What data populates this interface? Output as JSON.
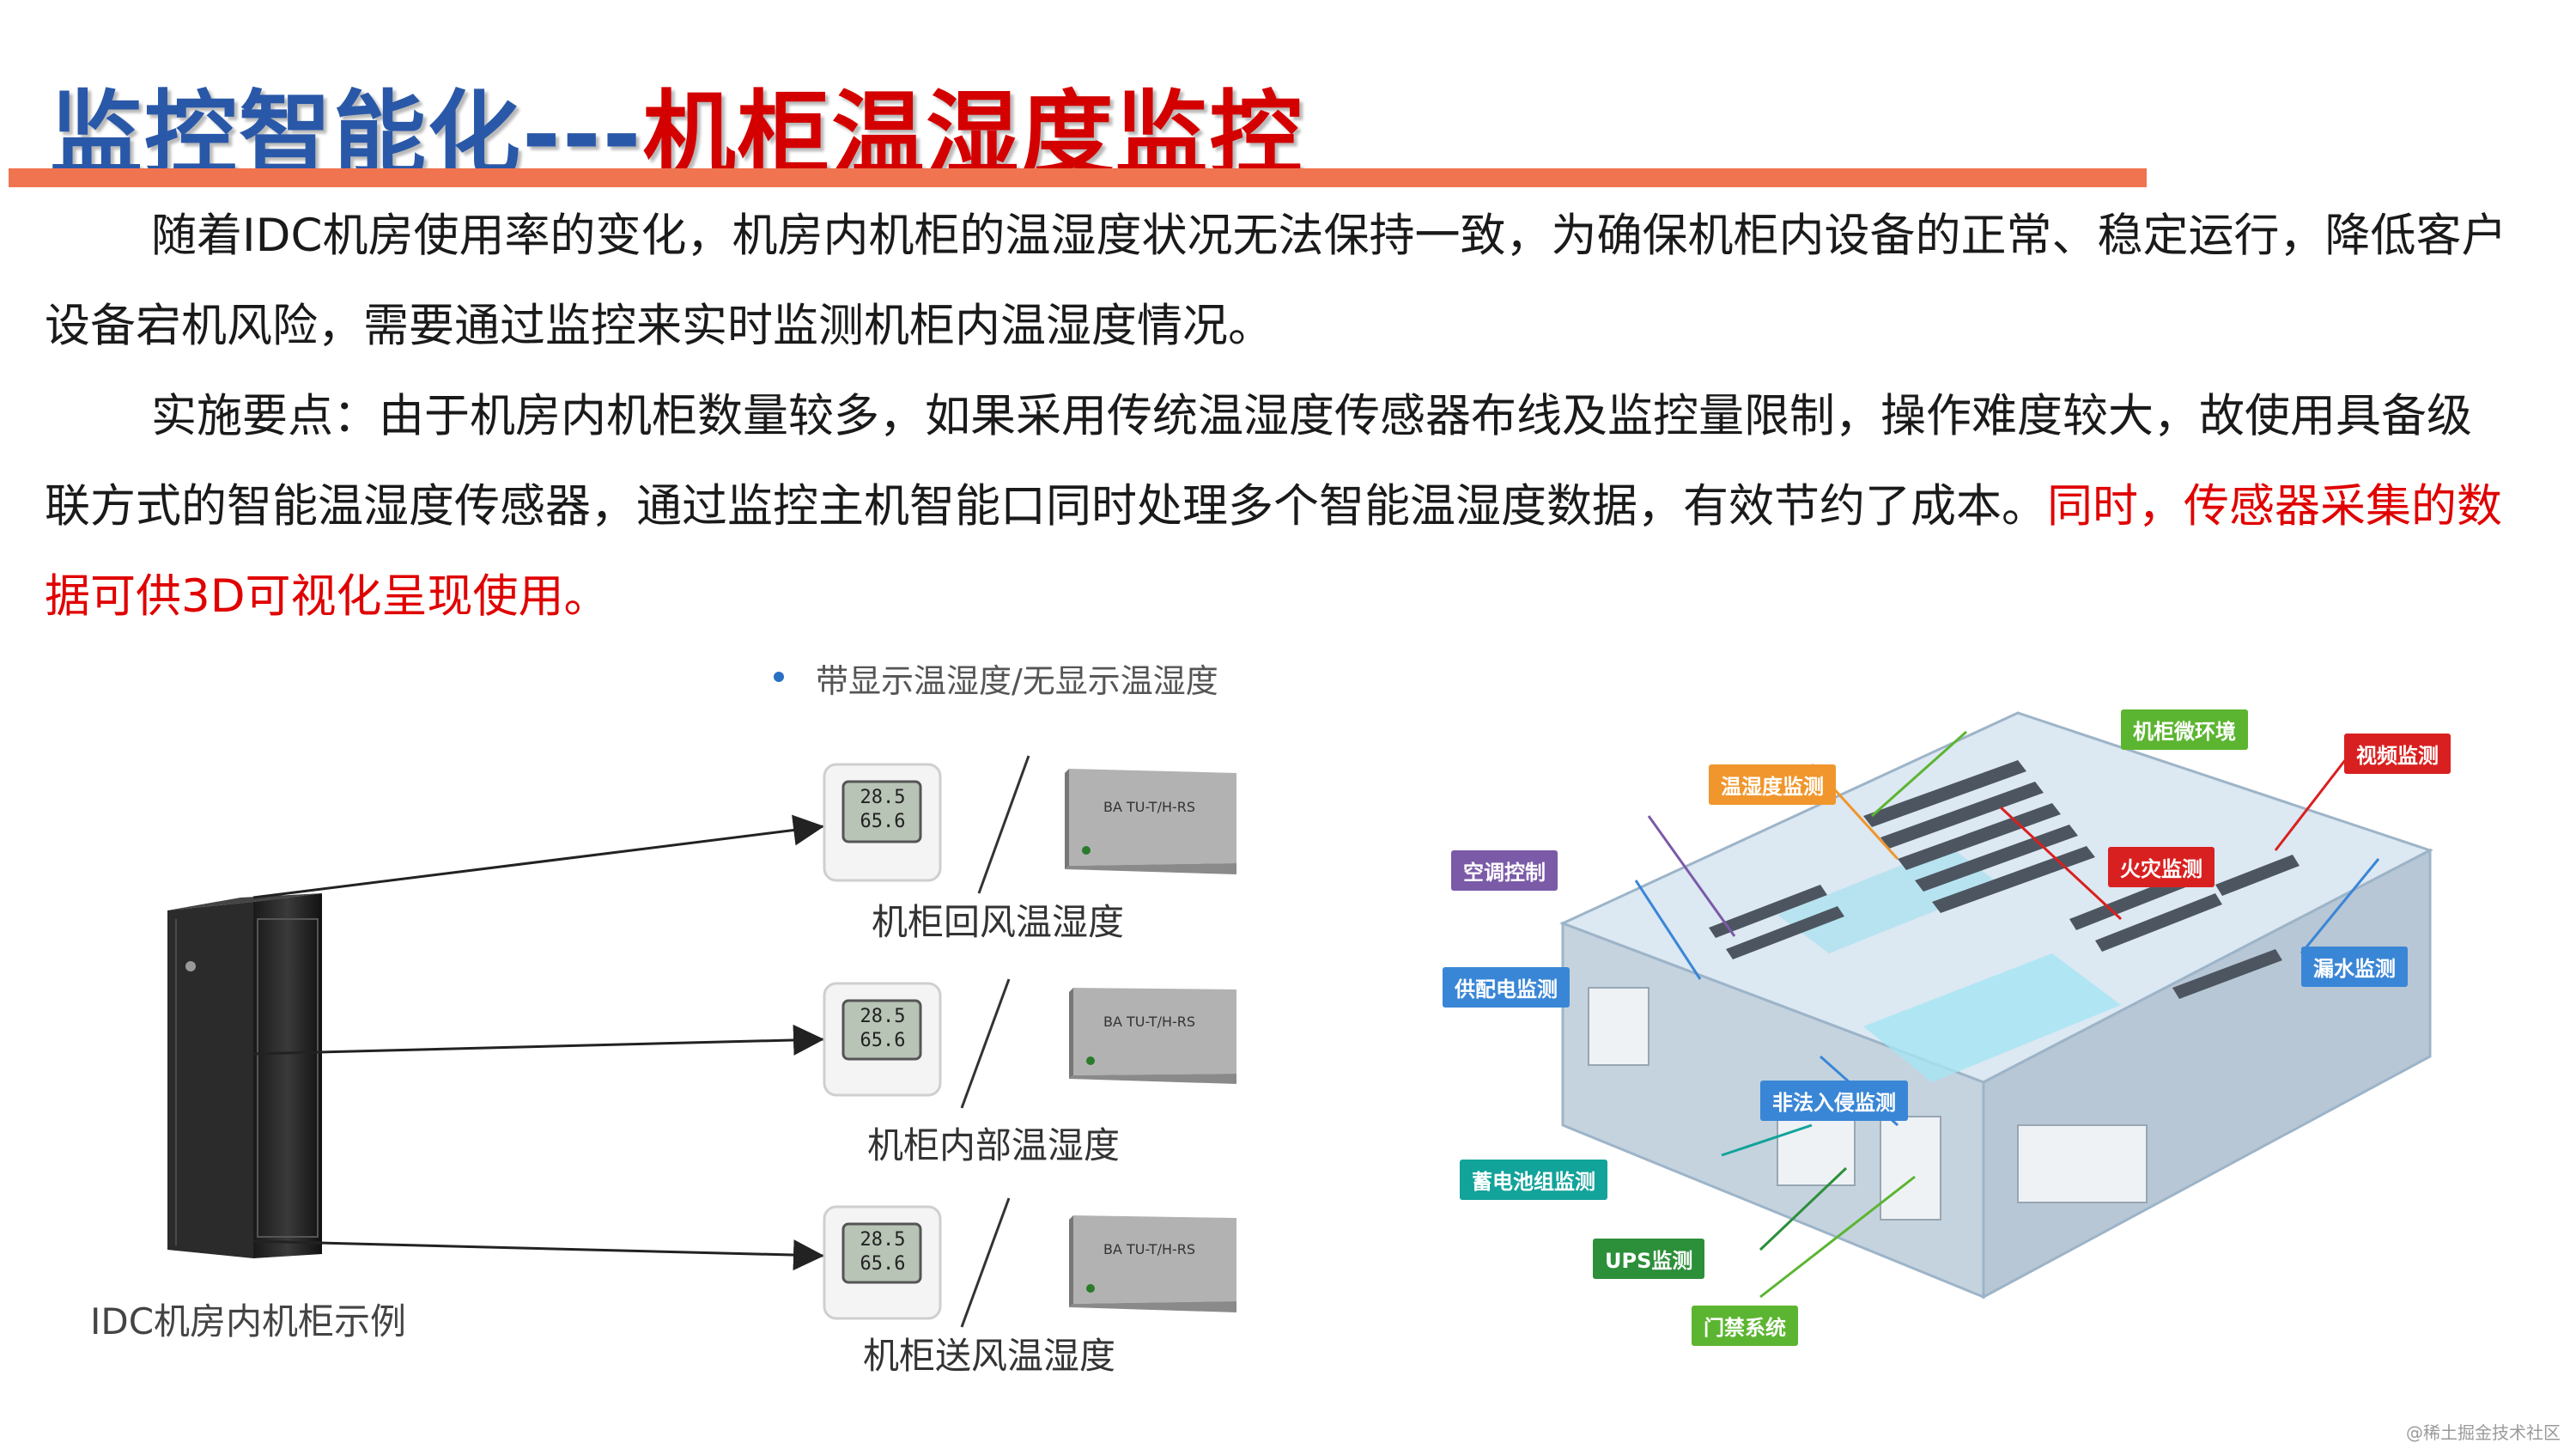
{
  "title": {
    "blue_part": "监控智能化",
    "separator": "---",
    "red_part": "机柜温湿度监控"
  },
  "paragraphs": {
    "p1": "随着IDC机房使用率的变化，机房内机柜的温湿度状况无法保持一致，为确保机柜内设备的正常、稳定运行，降低客户设备宕机风险，需要通过监控来实时监测机柜内温湿度情况。",
    "p2_normal": "实施要点：由于机房内机柜数量较多，如果采用传统温湿度传感器布线及监控量限制，操作难度较大，故使用具备级联方式的智能温湿度传感器，通过监控主机智能口同时处理多个智能温湿度数据，有效节约了成本。",
    "p2_highlight": "同时，传感器采集的数据可供3D可视化呈现使用。"
  },
  "left_diagram": {
    "caption": "带显示温湿度/无显示温湿度",
    "cabinet_label": "IDC机房内机柜示例",
    "sensors": [
      {
        "label": "机柜回风温湿度",
        "temp": "28.5",
        "humidity": "65.6",
        "model": "BA TU-T/H-RS"
      },
      {
        "label": "机柜内部温湿度",
        "temp": "28.5",
        "humidity": "65.6",
        "model": "BA TU-T/H-RS"
      },
      {
        "label": "机柜送风温湿度",
        "temp": "28.5",
        "humidity": "65.6",
        "model": "BA TU-T/H-RS"
      }
    ]
  },
  "right_diagram": {
    "tags": {
      "cabinet_env": "机柜微环境",
      "temp_humidity": "温湿度监测",
      "video": "视频监测",
      "ac": "空调控制",
      "fire": "火灾监测",
      "power": "供配电监测",
      "leak": "漏水监测",
      "intrusion": "非法入侵监测",
      "battery": "蓄电池组监测",
      "ups": "UPS监测",
      "access": "门禁系统"
    },
    "colors": {
      "green": "#5cb531",
      "orange": "#f0962c",
      "red": "#d92020",
      "purple": "#7b5aa8",
      "blue": "#3a86d6",
      "teal": "#12a39a",
      "dark_green": "#2c8f3a"
    }
  },
  "watermark": "@稀土掘金技术社区"
}
